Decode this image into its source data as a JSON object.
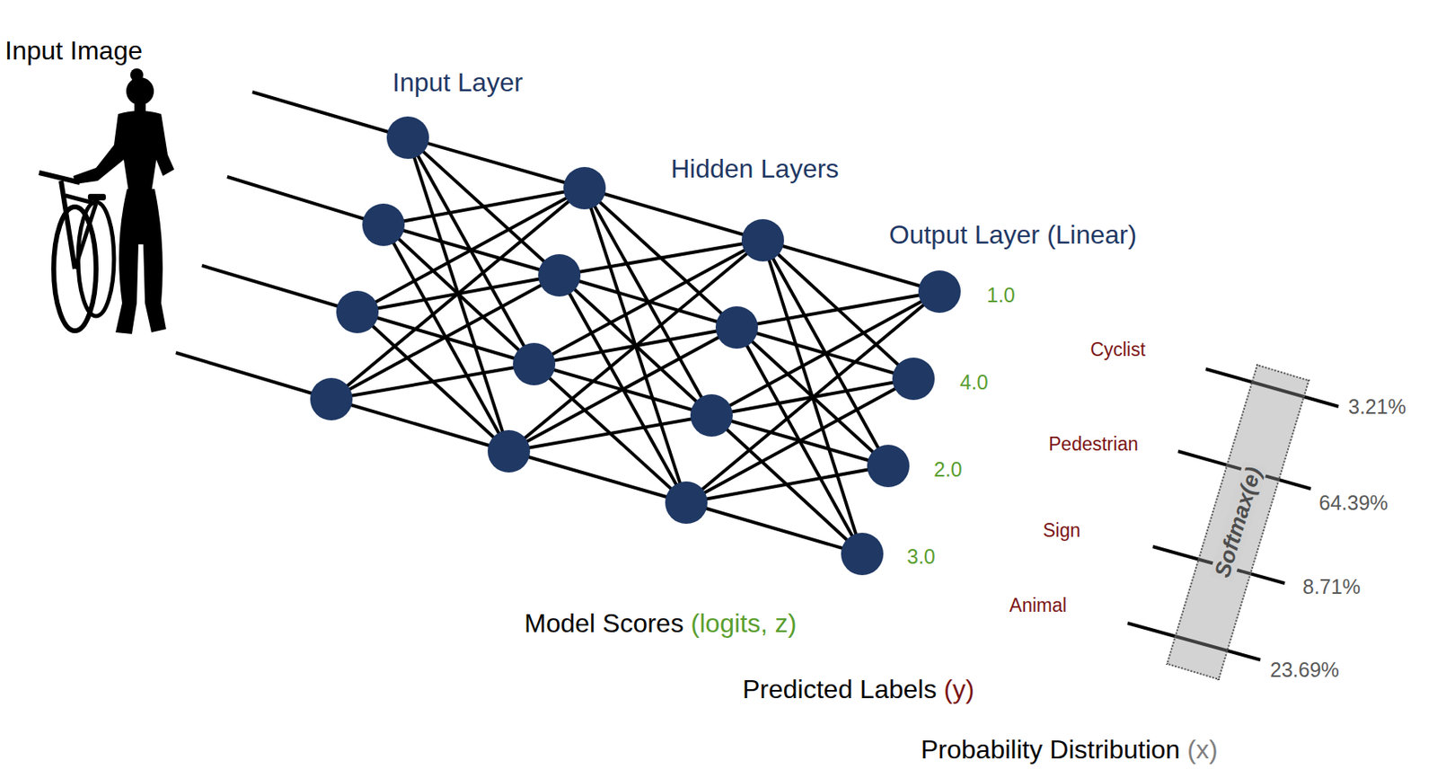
{
  "diagram": {
    "nodes": [
      {
        "text": [
          "Softmax(e)"
        ]
      }
    ],
    "labels": [
      "Input Image",
      "Input Layer",
      "Hidden Layers",
      "Output Layer (Linear)",
      "1.0",
      "4.0",
      "2.0",
      "3.0",
      "Cyclist",
      "Pedestrian",
      "Sign",
      "Animal",
      "3.21%",
      "64.39%",
      "8.71%",
      "23.69%",
      "Model Scores",
      "(logits, z)",
      "Predicted Labels",
      "(y)",
      "Probability Distribution",
      "(x)"
    ]
  }
}
